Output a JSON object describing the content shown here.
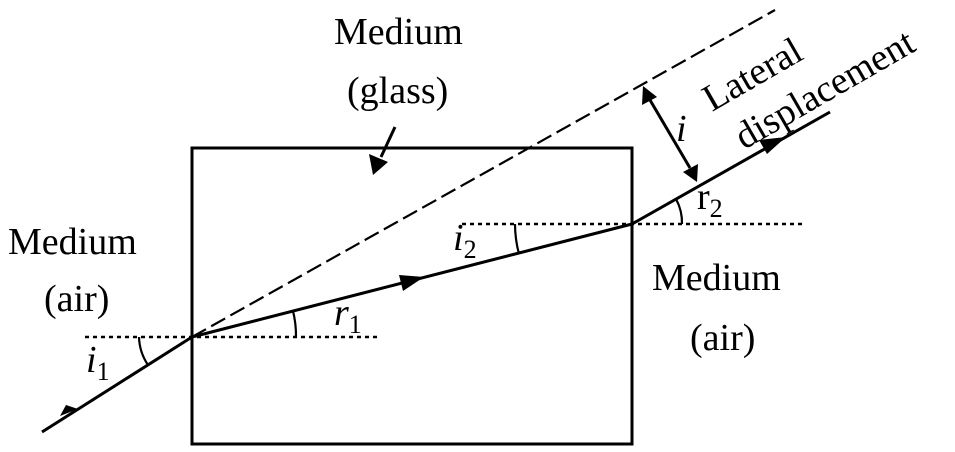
{
  "labels": {
    "medium_glass_line1": "Medium",
    "medium_glass_line2": "(glass)",
    "medium_air_left_line1": "Medium",
    "medium_air_left_line2": "(air)",
    "medium_air_right_line1": "Medium",
    "medium_air_right_line2": "(air)",
    "lateral_line1": "Lateral",
    "lateral_line2": "displacement"
  },
  "symbols": {
    "i1_base": "i",
    "i1_sub": "1",
    "r1_base": "r",
    "r1_sub": "1",
    "i2_base": "i",
    "i2_sub": "2",
    "r2_base": "r",
    "r2_sub": "2",
    "i_displacement": "i"
  },
  "colors": {
    "ink": "#000000",
    "background": "#ffffff"
  }
}
